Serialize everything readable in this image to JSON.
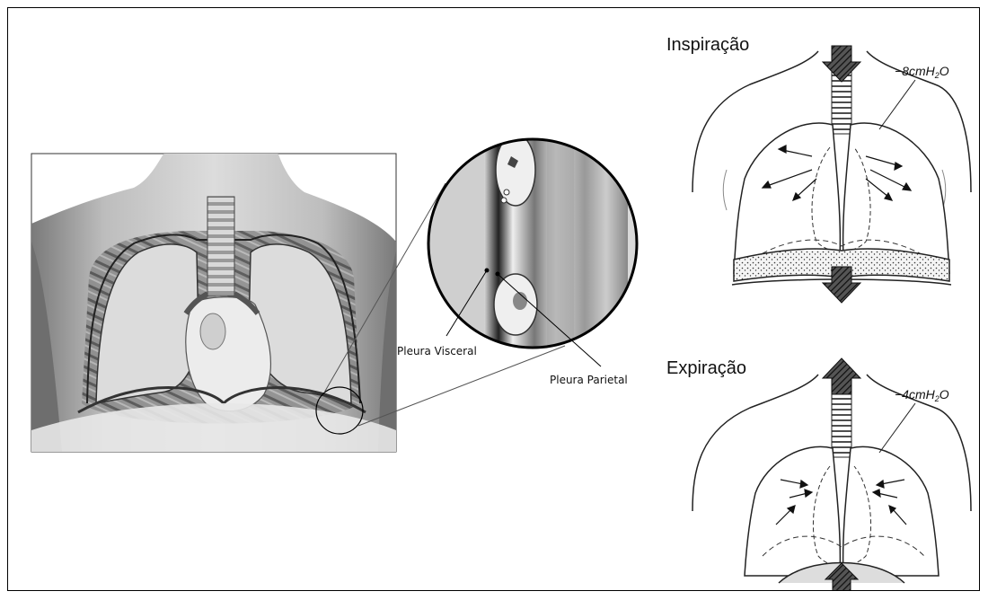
{
  "labels": {
    "visceral": "Pleura Visceral",
    "parietal": "Pleura Parietal"
  },
  "inspiration": {
    "title": "Inspiração",
    "pressure_pre": "−8cmH",
    "pressure_sub": "2",
    "pressure_post": "O"
  },
  "expiration": {
    "title": "Expiração",
    "pressure_pre": "−4cmH",
    "pressure_sub": "2",
    "pressure_post": "O"
  }
}
